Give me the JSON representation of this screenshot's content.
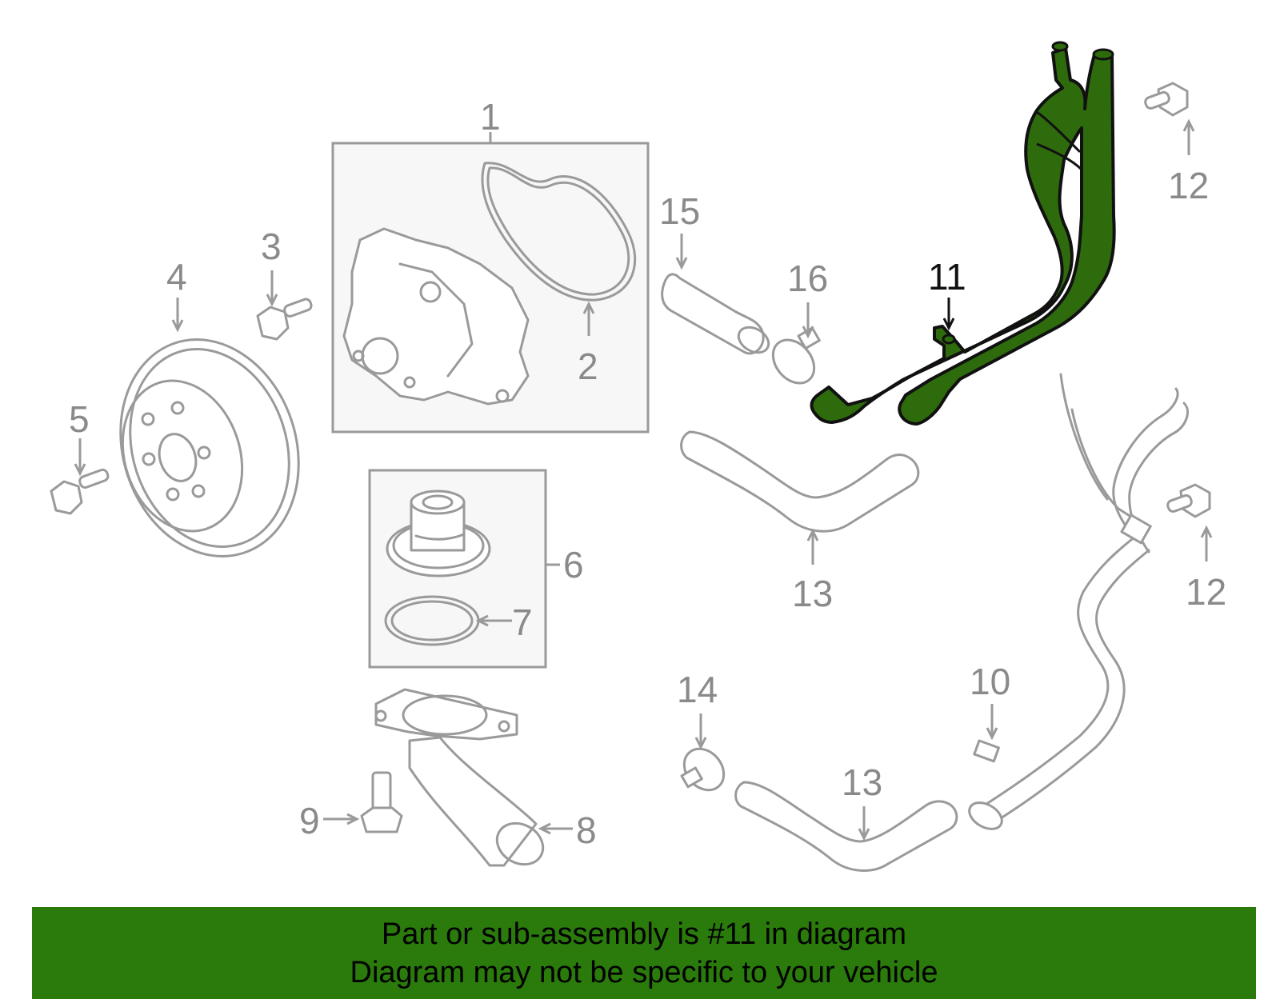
{
  "labels": {
    "p1": "1",
    "p2": "2",
    "p3": "3",
    "p4": "4",
    "p5": "5",
    "p6": "6",
    "p7": "7",
    "p8": "8",
    "p9": "9",
    "p10": "10",
    "p11": "11",
    "p12a": "12",
    "p12b": "12",
    "p13a": "13",
    "p13b": "13",
    "p14": "14",
    "p15": "15",
    "p16": "16"
  },
  "banner": {
    "line1": "Part or sub-assembly is #11 in diagram",
    "line2": "Diagram may not be specific to your vehicle"
  },
  "colors": {
    "highlight_part": "#2e6b0c",
    "banner_bg": "#2a7a0c",
    "line_gray": "#9a9a9a"
  }
}
